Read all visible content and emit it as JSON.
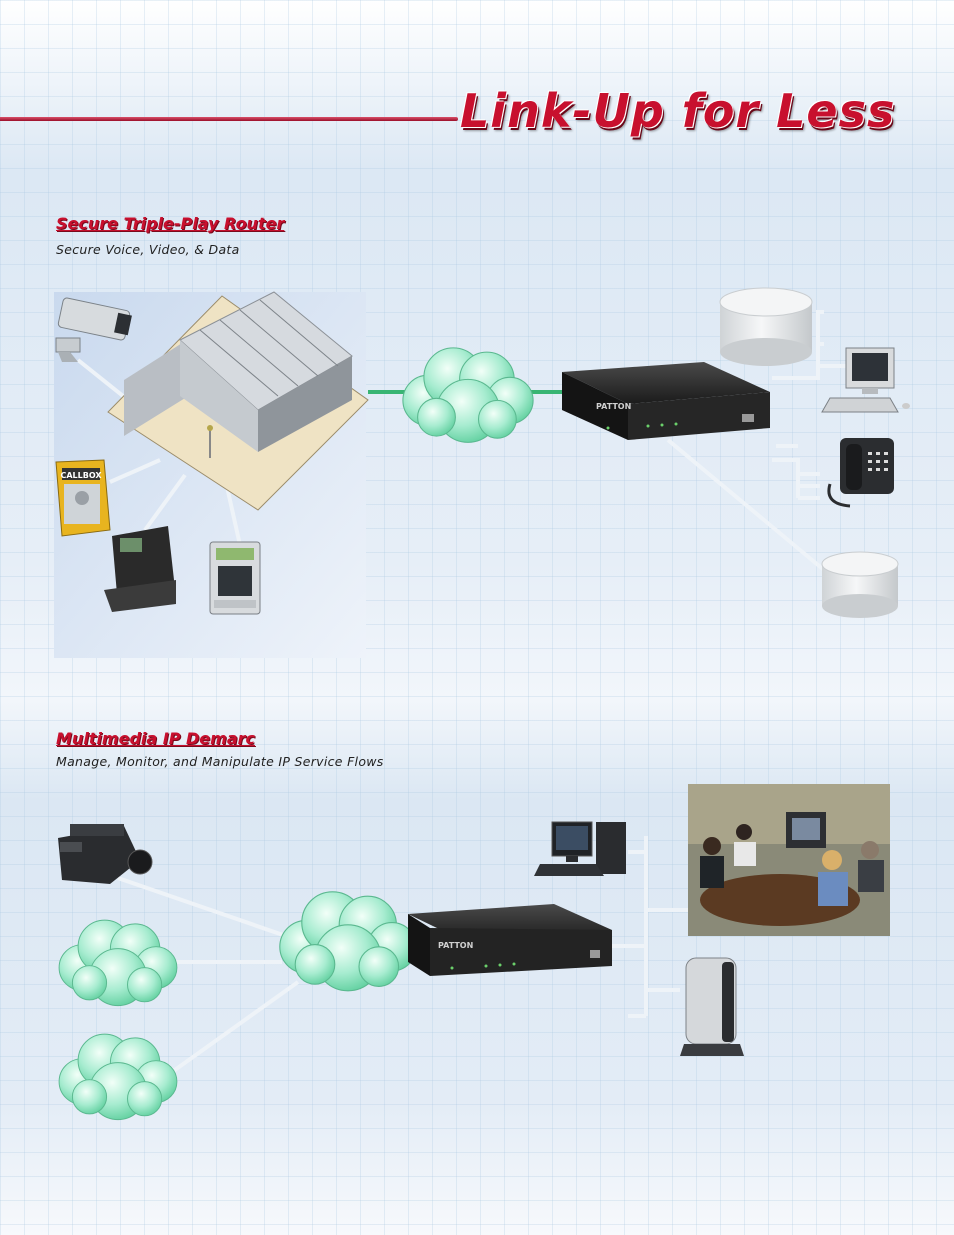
{
  "header": {
    "title": "Link-Up for Less"
  },
  "sections": [
    {
      "title": "Secure Triple-Play Router",
      "subtitle": "Secure Voice, Video, & Data"
    },
    {
      "title": "Multimedia IP Demarc",
      "subtitle": "Manage, Monitor, and Manipulate IP Service Flows"
    }
  ],
  "devices": {
    "router_brand": "PATTON",
    "callbox_label": "CALLBOX"
  },
  "colors": {
    "accent": "#c8102e",
    "line": "#e8eef4",
    "cloud": "#7de0b8",
    "link": "#38b573"
  }
}
